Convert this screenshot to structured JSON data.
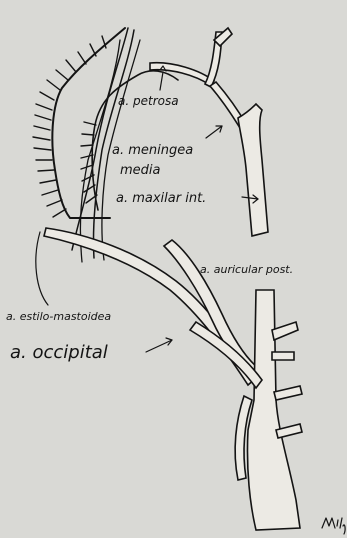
{
  "labels": {
    "petrosa": "a. petrosa",
    "meningea_1": "a. meningea",
    "meningea_2": "media",
    "maxilar": "a. maxilar int.",
    "auricular": "a. auricular post.",
    "estilo": "a. estilo-mastoidea",
    "occipital": "a. occipital"
  },
  "signature": "Mily"
}
